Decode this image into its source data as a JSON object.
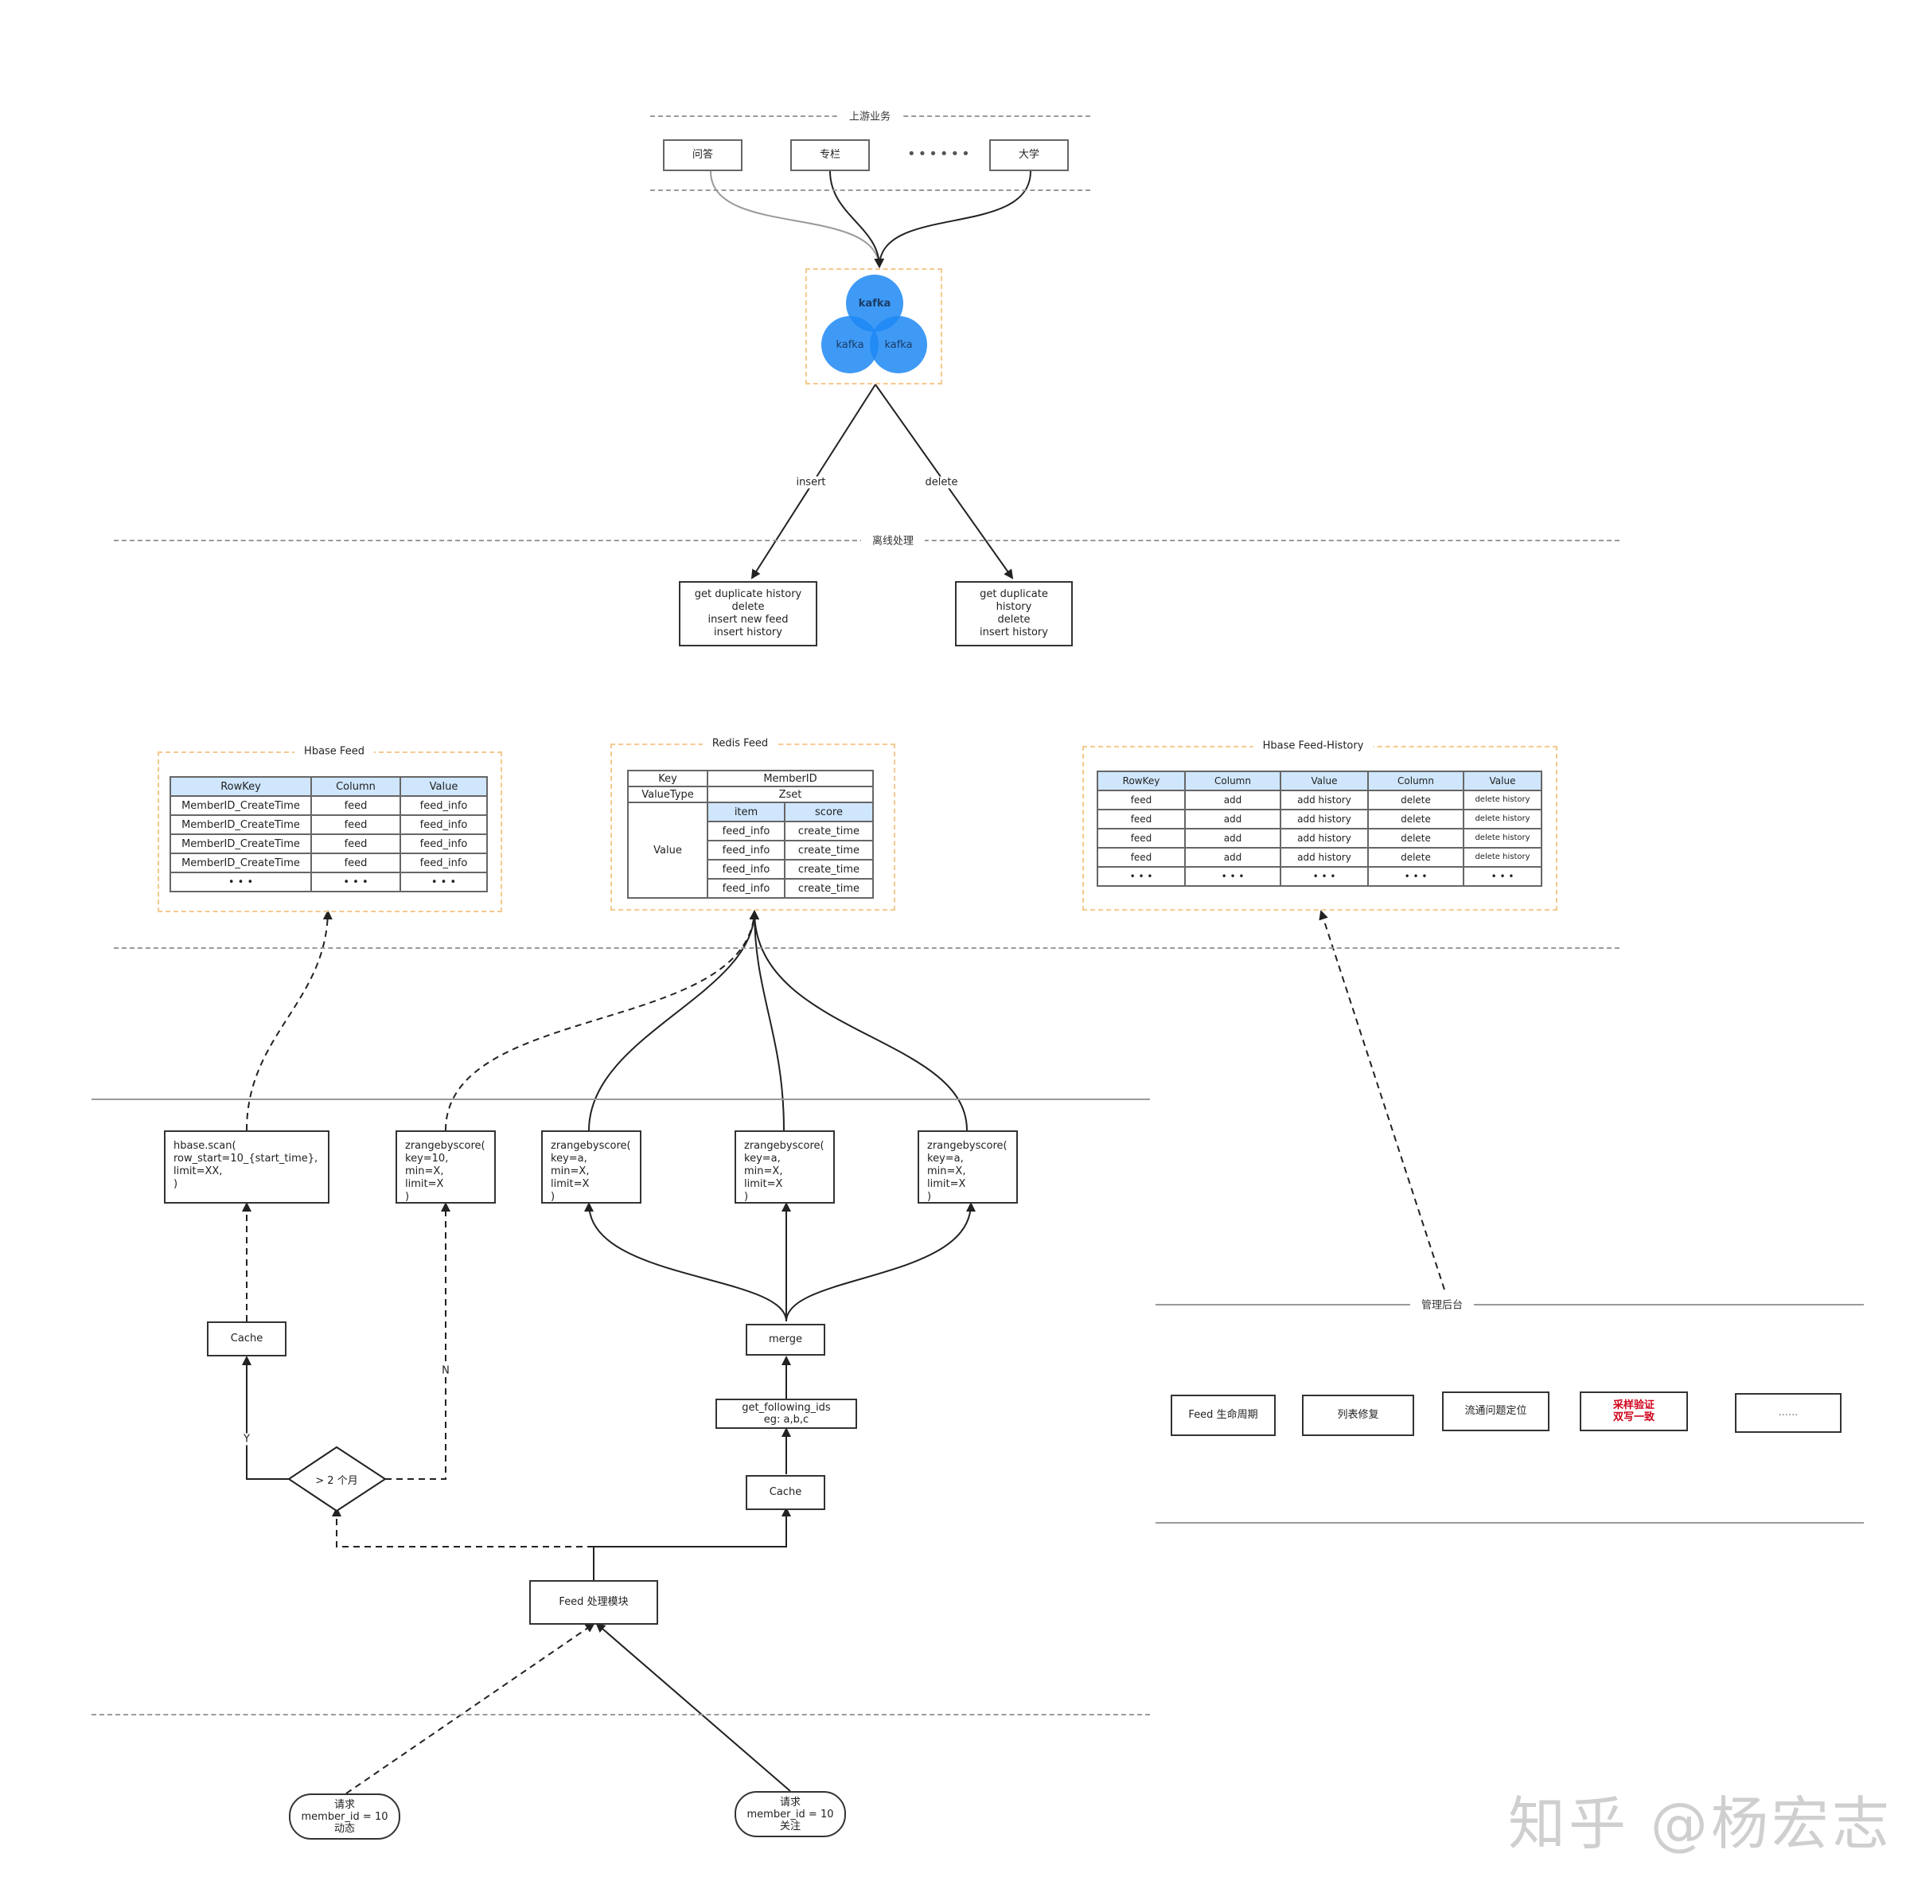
{
  "sections": {
    "upstream": "上游业务",
    "offline": "离线处理",
    "admin": "管理后台"
  },
  "upstream": {
    "items": [
      "问答",
      "专栏",
      "大学"
    ],
    "ellipsis": "••••••"
  },
  "kafka": {
    "labels": [
      "kafka",
      "kafka",
      "kafka"
    ]
  },
  "edges": {
    "insert": "insert",
    "delete": "delete",
    "y": "Y",
    "n": "N"
  },
  "offline_boxes": {
    "insert_box": "get duplicate history\ndelete\ninsert new feed\ninsert history",
    "delete_box": "get duplicate\nhistory\ndelete\ninsert history"
  },
  "hbase_feed": {
    "title": "Hbase Feed",
    "columns": [
      "RowKey",
      "Column",
      "Value"
    ],
    "rows": [
      [
        "MemberID_CreateTime",
        "feed",
        "feed_info"
      ],
      [
        "MemberID_CreateTime",
        "feed",
        "feed_info"
      ],
      [
        "MemberID_CreateTime",
        "feed",
        "feed_info"
      ],
      [
        "MemberID_CreateTime",
        "feed",
        "feed_info"
      ],
      [
        "• • •",
        "• • •",
        "• • •"
      ]
    ]
  },
  "redis_feed": {
    "title": "Redis Feed",
    "key_label": "Key",
    "key_value": "MemberID",
    "type_label": "ValueType",
    "type_value": "Zset",
    "value_label": "Value",
    "columns": [
      "item",
      "score"
    ],
    "rows": [
      [
        "feed_info",
        "create_time"
      ],
      [
        "feed_info",
        "create_time"
      ],
      [
        "feed_info",
        "create_time"
      ],
      [
        "feed_info",
        "create_time"
      ]
    ]
  },
  "hbase_history": {
    "title": "Hbase  Feed-History",
    "columns": [
      "RowKey",
      "Column",
      "Value",
      "Column",
      "Value"
    ],
    "rows": [
      [
        "feed",
        "add",
        "add history",
        "delete",
        "delete history"
      ],
      [
        "feed",
        "add",
        "add history",
        "delete",
        "delete history"
      ],
      [
        "feed",
        "add",
        "add history",
        "delete",
        "delete history"
      ],
      [
        "feed",
        "add",
        "add history",
        "delete",
        "delete history"
      ],
      [
        "• • •",
        "• • •",
        "• • •",
        "• • •",
        "• • •"
      ]
    ]
  },
  "query_boxes": {
    "hbase_scan": "hbase.scan(\n    row_start=10_{start_time},\n    limit=XX,\n)",
    "zrange_10": "zrangebyscore(\n  key=10,\n  min=X,\n  limit=X\n)",
    "zrange_a1": "zrangebyscore(\n  key=a,\n  min=X,\n  limit=X\n)",
    "zrange_a2": "zrangebyscore(\n  key=a,\n  min=X,\n  limit=X\n)",
    "zrange_a3": "zrangebyscore(\n  key=a,\n  min=X,\n  limit=X\n)"
  },
  "flow": {
    "cache_left": "Cache",
    "decision": "> 2 个月",
    "merge": "merge",
    "get_following": "get_following_ids\neg:  a,b,c",
    "cache_right": "Cache",
    "feed_module": "Feed 处理模块",
    "request_dynamic": "请求\nmember_id = 10\n动态",
    "request_follow": "请求\nmember_id = 10\n关注"
  },
  "admin_items": [
    "Feed 生命周期",
    "列表修复",
    "流通问题定位",
    "采样验证\n双写一致",
    "......"
  ],
  "watermark": "知乎 @杨宏志"
}
